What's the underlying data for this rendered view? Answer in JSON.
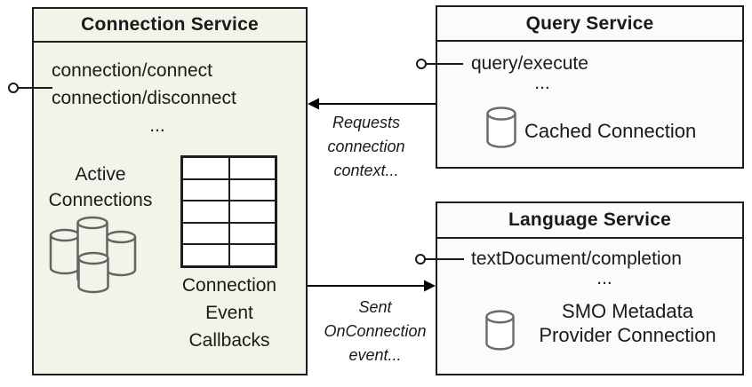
{
  "colors": {
    "connection_fill": "#f2f4ea",
    "service_fill": "#fbfbfa",
    "border": "#1d1d1d",
    "cylinder_stroke": "#636363",
    "arrow": "#000000",
    "text": "#1a1a1a"
  },
  "connection_service": {
    "title": "Connection Service",
    "method_lines": [
      "connection/connect",
      "connection/disconnect"
    ],
    "ellipsis": "...",
    "active_connections_lines": [
      "Active",
      "Connections"
    ],
    "callbacks_lines": [
      "Connection",
      "Event",
      "Callbacks"
    ],
    "icons": [
      "database-cluster-icon",
      "callback-grid-table",
      "interface-lollipop-icon"
    ]
  },
  "query_service": {
    "title": "Query Service",
    "method": "query/execute",
    "ellipsis": "...",
    "cached_connection_label": "Cached Connection",
    "icons": [
      "database-icon",
      "interface-lollipop-icon"
    ]
  },
  "language_service": {
    "title": "Language Service",
    "method": "textDocument/completion",
    "ellipsis": "...",
    "provider_lines": [
      "SMO Metadata",
      "Provider Connection"
    ],
    "icons": [
      "database-icon",
      "interface-lollipop-icon"
    ]
  },
  "edges": {
    "requests_label_lines": [
      "Requests",
      "connection",
      "context..."
    ],
    "sent_label_lines": [
      "Sent",
      "OnConnection",
      "event..."
    ]
  }
}
